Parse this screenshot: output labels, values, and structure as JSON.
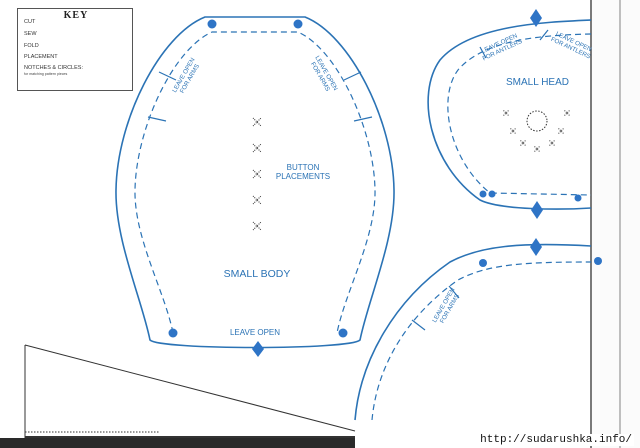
{
  "key": {
    "title": "KEY",
    "rows": [
      {
        "label": "CUT"
      },
      {
        "label": "SEW"
      },
      {
        "label": "FOLD"
      },
      {
        "label": "PLACEMENT"
      },
      {
        "label": "NOTCHES & CIRCLES:"
      }
    ],
    "subnote": "for matching pattern pieces"
  },
  "body_piece": {
    "title": "SMALL BODY",
    "arm_label_left": "LEAVE OPEN\nFOR ARMS",
    "arm_label_right": "LEAVE OPEN\nFOR ARMS",
    "buttons_label": "BUTTON\nPLACEMENTS",
    "bottom_label": "LEAVE OPEN",
    "button_marks": 5
  },
  "head_piece": {
    "title": "SMALL HEAD",
    "antler_label_left": "LEAVE OPEN\nFOR ANTLERS",
    "antler_label_right": "LEAVE OPEN\nFOR ANTLERS"
  },
  "lower_piece": {
    "arm_label": "LEAVE OPEN\nFOR ARMS"
  },
  "colors": {
    "pattern_line": "#2b73b5",
    "notch_fill": "#2e74c6",
    "key_line": "#2b5fa8"
  },
  "watermark": "http://sudarushka.info/"
}
